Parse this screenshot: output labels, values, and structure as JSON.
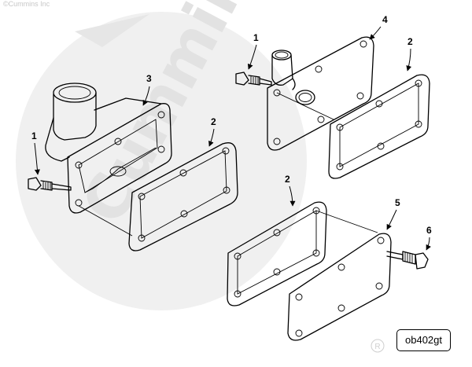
{
  "copyright": "©Cummins Inc",
  "watermark": "Cummins",
  "registered_mark": "®",
  "drawing_code": "ob402gt",
  "callouts": {
    "c1_left": "1",
    "c3": "3",
    "c2_left": "2",
    "c1_top": "1",
    "c4": "4",
    "c2_right": "2",
    "c2_mid": "2",
    "c5": "5",
    "c6": "6"
  }
}
